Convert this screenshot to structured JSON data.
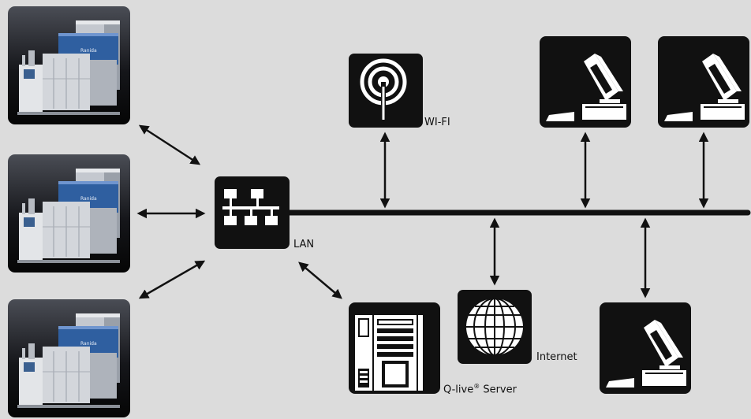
{
  "labels": {
    "wifi": "WI-FI",
    "lan": "LAN",
    "internet": "Internet",
    "server_name": "Q-live",
    "server_reg": "®",
    "server_suffix": " Server"
  },
  "colors": {
    "background": "#dcdcdc",
    "tile": "#111111",
    "line": "#111111",
    "machine_blue": "#2f5fa0",
    "machine_body": "#c9ccd2"
  },
  "nodes": [
    {
      "id": "machine-top",
      "icon": "industrial-machine-icon"
    },
    {
      "id": "machine-middle",
      "icon": "industrial-machine-icon"
    },
    {
      "id": "machine-bottom",
      "icon": "industrial-machine-icon"
    },
    {
      "id": "lan-switch",
      "icon": "network-switch-icon"
    },
    {
      "id": "wifi-access-point",
      "icon": "wifi-antenna-icon"
    },
    {
      "id": "server",
      "icon": "server-tower-icon"
    },
    {
      "id": "internet",
      "icon": "globe-icon"
    },
    {
      "id": "workstation-1",
      "icon": "computer-workstation-icon"
    },
    {
      "id": "workstation-2",
      "icon": "computer-workstation-icon"
    },
    {
      "id": "workstation-3",
      "icon": "computer-workstation-icon"
    }
  ]
}
